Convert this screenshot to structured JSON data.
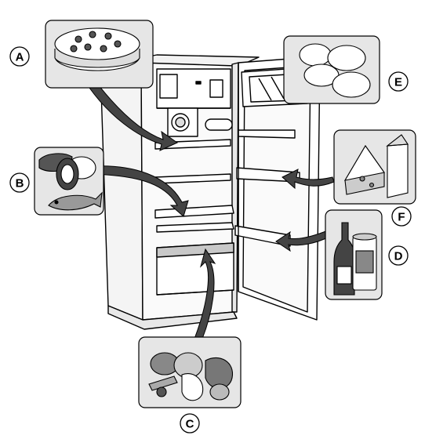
{
  "labels": {
    "A": "A",
    "B": "B",
    "C": "C",
    "D": "D",
    "E": "E",
    "F": "F"
  },
  "colors": {
    "ink": "#000000",
    "paper": "#ffffff",
    "inset_fill": "#e6e6e6",
    "shelf_gray": "#c8c8c8"
  },
  "icons": {
    "A": "cake-icon",
    "B": "meat-fish-icon",
    "C": "fruit-vegetables-icon",
    "D": "bottle-can-icon",
    "E": "eggs-icon",
    "F": "cheese-milk-icon"
  }
}
